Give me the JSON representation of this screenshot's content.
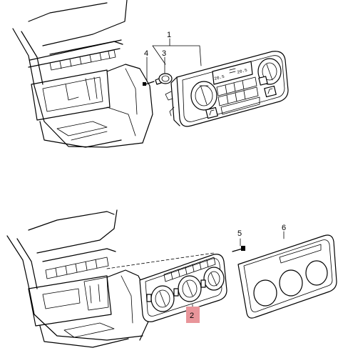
{
  "callouts": {
    "c1": "1",
    "c2": "2",
    "c3": "3",
    "c4": "4",
    "c5": "5",
    "c6": "6"
  },
  "display": {
    "left_temp": "20.5",
    "right_temp": "20.5"
  },
  "highlight_color": "#e8959a",
  "highlighted_callout": "2"
}
